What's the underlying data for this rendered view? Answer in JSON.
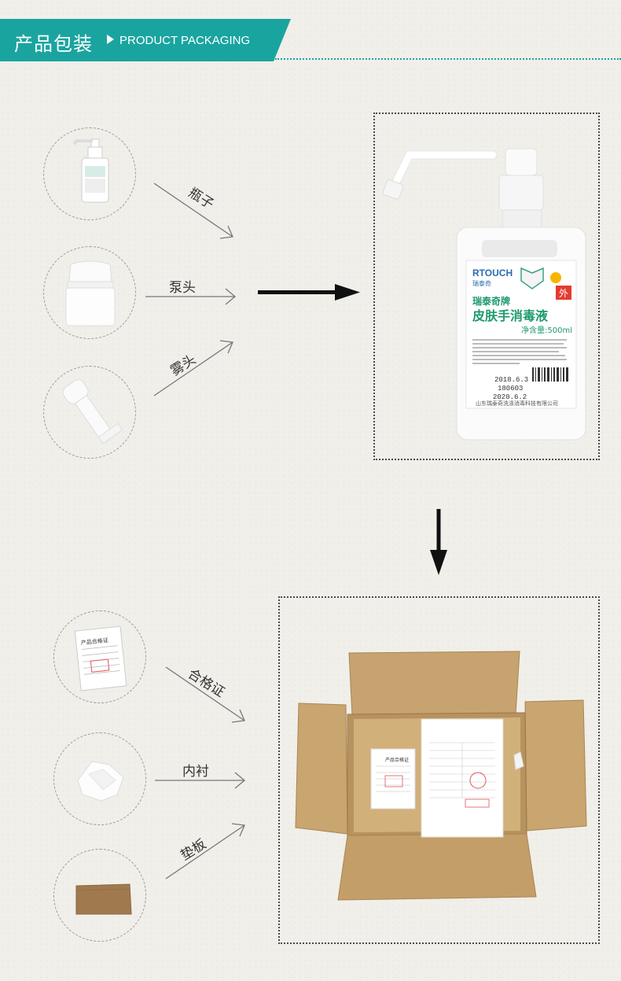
{
  "header": {
    "title": "产品包装",
    "subtitle": "PRODUCT PACKAGING",
    "accent_color": "#1aa4a0"
  },
  "top_section": {
    "components": [
      {
        "label": "瓶子",
        "icon": "bottle-icon"
      },
      {
        "label": "泵头",
        "icon": "pump-head-icon"
      },
      {
        "label": "雾头",
        "icon": "nozzle-icon"
      }
    ],
    "product_label": {
      "brand": "RTOUCH",
      "brand_cn": "瑞泰奇",
      "outer_use_mark": "外",
      "name_line1": "瑞泰奇牌",
      "name_line2": "皮肤手消毒液",
      "net_content": "净含量:500ml",
      "date_line1": "2018.6.3",
      "date_line2": "180603",
      "date_line3": "2020.6.2",
      "manufacturer": "山东瑞泰奇洗涤消毒科技有限公司"
    }
  },
  "bottom_section": {
    "components": [
      {
        "label": "合格证",
        "icon": "certificate-icon"
      },
      {
        "label": "内衬",
        "icon": "lining-icon"
      },
      {
        "label": "垫板",
        "icon": "pad-board-icon"
      }
    ],
    "certificate_title": "产品合格证"
  }
}
